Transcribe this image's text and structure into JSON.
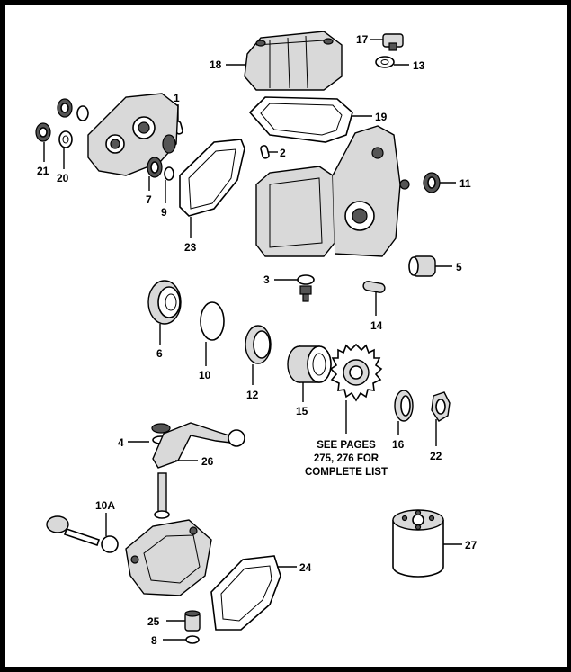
{
  "callouts": {
    "c1": "1",
    "c2": "2",
    "c3": "3",
    "c4": "4",
    "c5": "5",
    "c6": "6",
    "c7": "7",
    "c8": "8",
    "c9": "9",
    "c10": "10",
    "c10a": "10A",
    "c11": "11",
    "c12": "12",
    "c13": "13",
    "c14": "14",
    "c15": "15",
    "c16": "16",
    "c17": "17",
    "c18": "18",
    "c19": "19",
    "c20": "20",
    "c21": "21",
    "c22": "22",
    "c23": "23",
    "c24": "24",
    "c25": "25",
    "c26": "26",
    "c27": "27"
  },
  "note": {
    "line1": "SEE PAGES",
    "line2": "275, 276 FOR",
    "line3": "COMPLETE LIST"
  }
}
